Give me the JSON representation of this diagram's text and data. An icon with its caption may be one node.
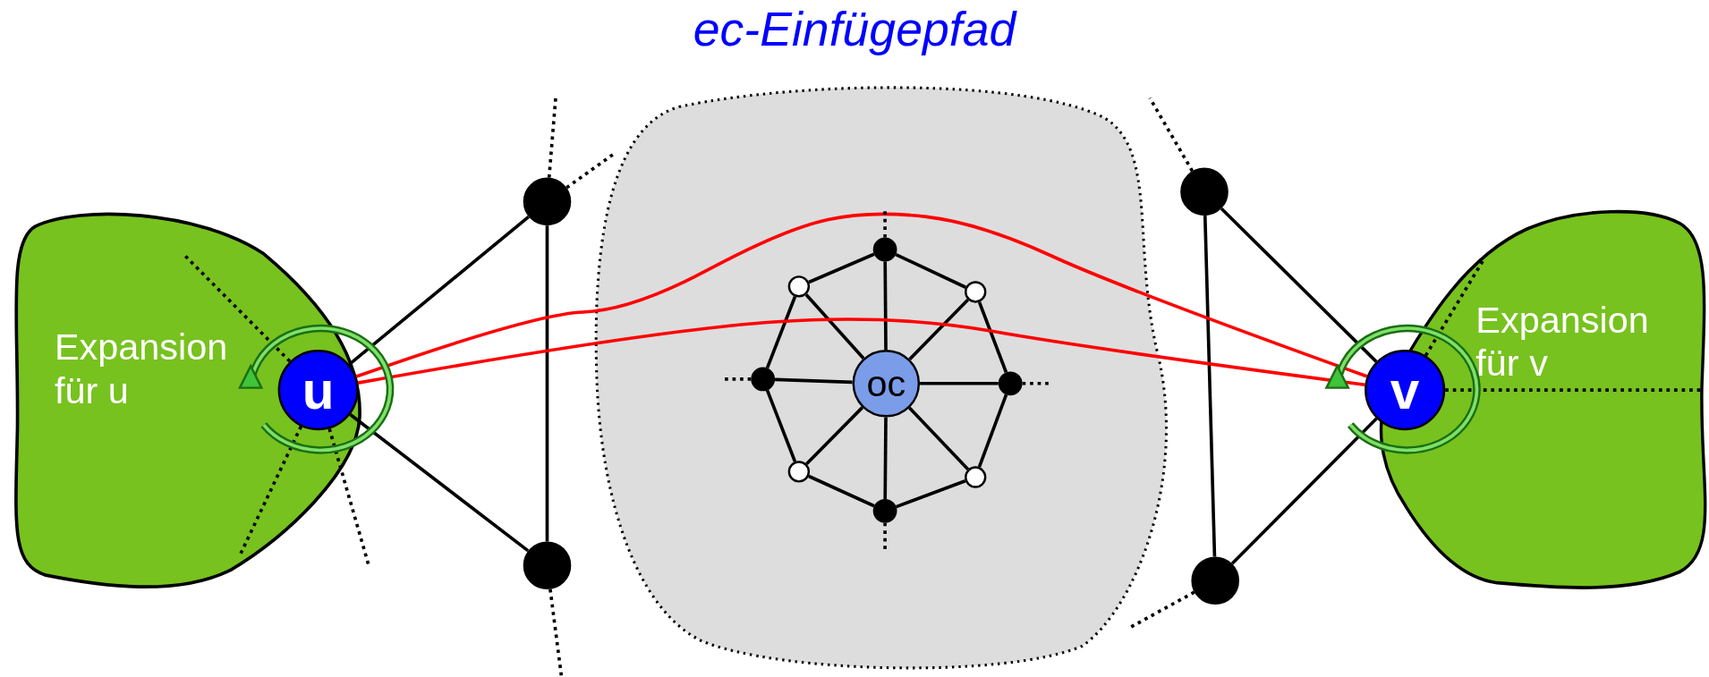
{
  "diagram": {
    "title": "ec-Einfügepfad",
    "nodes": [
      {
        "text": [
          "Expansion für u"
        ]
      },
      {
        "text": [
          "u"
        ],
        "in": 0
      },
      {
        "text": [],
        "shape": "cloud"
      },
      {
        "text": [
          "oc"
        ],
        "in": 2
      },
      {
        "text": [],
        "shape": "circle",
        "in": 2
      },
      {
        "text": [],
        "shape": "circle",
        "in": 2
      },
      {
        "text": [],
        "shape": "circle",
        "in": 2
      },
      {
        "text": [],
        "shape": "circle",
        "in": 2
      },
      {
        "text": [],
        "shape": "circle",
        "in": 2
      },
      {
        "text": [],
        "shape": "circle",
        "in": 2
      },
      {
        "text": [],
        "shape": "circle",
        "in": 2
      },
      {
        "text": [],
        "shape": "circle",
        "in": 2
      },
      {
        "text": [],
        "shape": "circle"
      },
      {
        "text": [],
        "shape": "circle"
      },
      {
        "text": [],
        "shape": "circle"
      },
      {
        "text": [],
        "shape": "circle"
      },
      {
        "text": [
          "v"
        ],
        "in": 17
      },
      {
        "text": [
          "Expansion für v"
        ]
      }
    ],
    "edges": [
      {
        "from": 1,
        "to": 12,
        "arrow": "none"
      },
      {
        "from": 1,
        "to": 13,
        "arrow": "none"
      },
      {
        "from": 12,
        "to": 13,
        "arrow": "none"
      },
      {
        "from": 16,
        "to": 14,
        "arrow": "none"
      },
      {
        "from": 16,
        "to": 15,
        "arrow": "none"
      },
      {
        "from": 14,
        "to": 15,
        "arrow": "none"
      },
      {
        "from": 3,
        "to": 4,
        "arrow": "none"
      },
      {
        "from": 3,
        "to": 5,
        "arrow": "none"
      },
      {
        "from": 3,
        "to": 6,
        "arrow": "none"
      },
      {
        "from": 3,
        "to": 7,
        "arrow": "none"
      },
      {
        "from": 3,
        "to": 8,
        "arrow": "none"
      },
      {
        "from": 3,
        "to": 9,
        "arrow": "none"
      },
      {
        "from": 3,
        "to": 10,
        "arrow": "none"
      },
      {
        "from": 3,
        "to": 11,
        "arrow": "none"
      },
      {
        "from": 4,
        "to": 5,
        "arrow": "none"
      },
      {
        "from": 5,
        "to": 6,
        "arrow": "none"
      },
      {
        "from": 6,
        "to": 7,
        "arrow": "none"
      },
      {
        "from": 7,
        "to": 8,
        "arrow": "none"
      },
      {
        "from": 8,
        "to": 9,
        "arrow": "none"
      },
      {
        "from": 9,
        "to": 10,
        "arrow": "none"
      },
      {
        "from": 10,
        "to": 11,
        "arrow": "none"
      },
      {
        "from": 11,
        "to": 4,
        "arrow": "none"
      },
      {
        "from": 1,
        "to": 16,
        "arrow": "none",
        "color": "#ff0000"
      },
      {
        "from": 1,
        "to": 16,
        "arrow": "none",
        "color": "#ff0000"
      },
      {
        "from": 1,
        "to": 0,
        "arrow": "none",
        "style": "dashed"
      },
      {
        "from": 1,
        "to": null,
        "arrow": "none",
        "style": "dashed"
      },
      {
        "from": 1,
        "to": 0,
        "arrow": "none",
        "style": "dashed"
      },
      {
        "from": 12,
        "to": null,
        "arrow": "none",
        "style": "dashed"
      },
      {
        "from": 12,
        "to": 2,
        "arrow": "none",
        "style": "dashed"
      },
      {
        "from": 13,
        "to": null,
        "arrow": "none",
        "style": "dashed"
      },
      {
        "from": 4,
        "to": null,
        "arrow": "none",
        "style": "dashed"
      },
      {
        "from": 6,
        "to": null,
        "arrow": "none",
        "style": "dashed"
      },
      {
        "from": 8,
        "to": null,
        "arrow": "none",
        "style": "dashed"
      },
      {
        "from": 10,
        "to": null,
        "arrow": "none",
        "style": "dashed"
      },
      {
        "from": 14,
        "to": null,
        "arrow": "none",
        "style": "dashed"
      },
      {
        "from": 15,
        "to": null,
        "arrow": "none",
        "style": "dashed"
      },
      {
        "from": 16,
        "to": 17,
        "arrow": "none",
        "style": "dashed"
      },
      {
        "from": 16,
        "to": 17,
        "arrow": "none",
        "style": "dashed"
      }
    ]
  }
}
